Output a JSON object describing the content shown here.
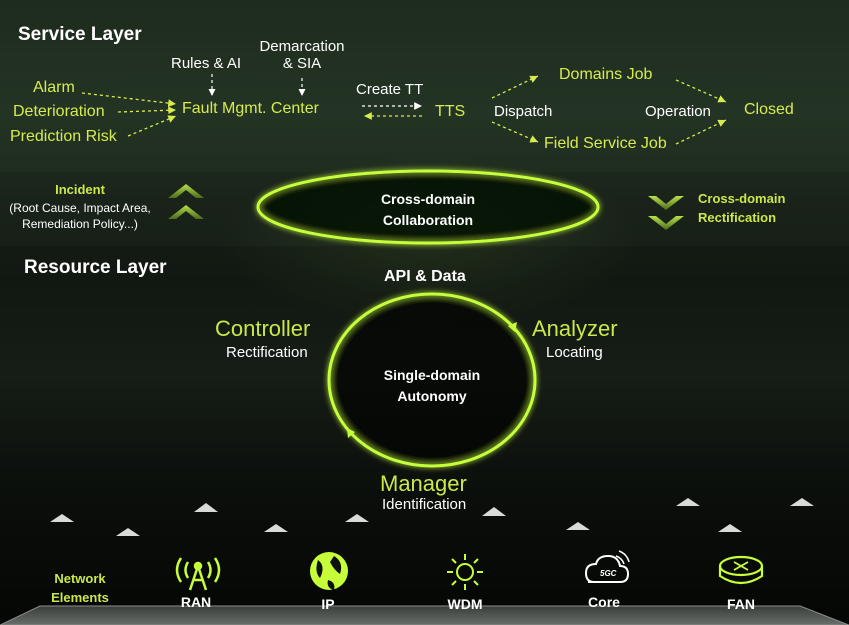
{
  "service_layer": {
    "title": "Service Layer",
    "inputs": [
      "Alarm",
      "Deterioration",
      "Prediction Risk"
    ],
    "rules_ai": "Rules & AI",
    "demarcation_line1": "Demarcation",
    "demarcation_line2": "& SIA",
    "fault_center": "Fault Mgmt. Center",
    "create_tt": "Create TT",
    "tts": "TTS",
    "dispatch": "Dispatch",
    "domains_job": "Domains Job",
    "field_service_job": "Field Service Job",
    "operation": "Operation",
    "closed": "Closed"
  },
  "middle": {
    "incident_title": "Incident",
    "incident_detail_line1": "(Root Cause, Impact Area,",
    "incident_detail_line2": "Remediation Policy...)",
    "cross_domain_line1": "Cross-domain",
    "cross_domain_line2": "Collaboration",
    "rectification_line1": "Cross-domain",
    "rectification_line2": "Rectification"
  },
  "resource_layer": {
    "title": "Resource Layer",
    "api_data": "API & Data",
    "controller": "Controller",
    "controller_sub": "Rectification",
    "analyzer": "Analyzer",
    "analyzer_sub": "Locating",
    "single_domain_line1": "Single-domain",
    "single_domain_line2": "Autonomy",
    "manager": "Manager",
    "manager_sub": "Identification"
  },
  "network_elements": {
    "label_line1": "Network",
    "label_line2": "Elements",
    "items": [
      {
        "label": "RAN",
        "icon": "antenna-icon"
      },
      {
        "label": "IP",
        "icon": "globe-icon"
      },
      {
        "label": "WDM",
        "icon": "sun-icon"
      },
      {
        "label": "Core",
        "icon": "cloud-5gc-icon"
      },
      {
        "label": "FAN",
        "icon": "router-icon"
      }
    ],
    "core_icon_text": "5GC"
  },
  "colors": {
    "accent": "#d6ec4e",
    "ring": "#c6ff3a",
    "text": "#ffffff"
  }
}
